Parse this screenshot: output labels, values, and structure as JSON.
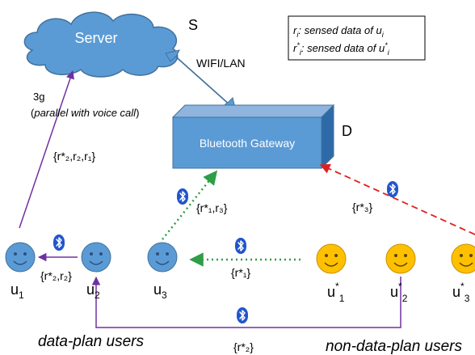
{
  "server": {
    "label": "Server",
    "tag": "S"
  },
  "gateway": {
    "label": "Bluetooth Gateway",
    "tag": "D"
  },
  "links": {
    "wifi": "WIFI/LAN",
    "cellular": "3g",
    "cellular_note_prefix": "(",
    "cellular_note": "parallel with voice call",
    "cellular_note_suffix": ")"
  },
  "legend": {
    "line1_r": "r",
    "line1_sub": "i",
    "line1_mid": ": sensed data of u",
    "line1_sub2": "i",
    "line2_r": "r",
    "line2_sup": "*",
    "line2_sub": "i",
    "line2_mid": ": sensed data of u",
    "line2_sup2": "*",
    "line2_sub2": "i"
  },
  "data_labels": {
    "upload": "{r*₂,r₂,r₁}",
    "u2_to_u1": "{r*₂,r₂}",
    "u3_to_gw": "{r*₁,r₃}",
    "ustar1_to_u3": "{r*₁}",
    "ustar3_to_gw": "{r*₃}",
    "ustar2_to_u2": "{r*₂}"
  },
  "users": {
    "u1": {
      "base": "u",
      "sup": "",
      "sub": "1"
    },
    "u2": {
      "base": "u",
      "sup": "",
      "sub": "2"
    },
    "u3": {
      "base": "u",
      "sup": "",
      "sub": "3"
    },
    "us1": {
      "base": "u",
      "sup": "*",
      "sub": "1"
    },
    "us2": {
      "base": "u",
      "sup": "*",
      "sub": "2"
    },
    "us3": {
      "base": "u",
      "sup": "*",
      "sub": "3"
    }
  },
  "groups": {
    "data_plan": "data-plan users",
    "non_data_plan": "non-data-plan users"
  },
  "colors": {
    "cloud": "#5b9bd5",
    "gateway_front": "#5b9bd5",
    "gateway_side": "#2e6aa8",
    "gateway_top": "#8fb4de",
    "data_user": "#5b9bd5",
    "non_data_user": "#ffc000",
    "purple": "#7030a0",
    "green": "#2e9e47",
    "red": "#e02020",
    "bluetooth": "#2155cc"
  },
  "icons": [
    "bluetooth-icon",
    "smiley-face-icon"
  ]
}
